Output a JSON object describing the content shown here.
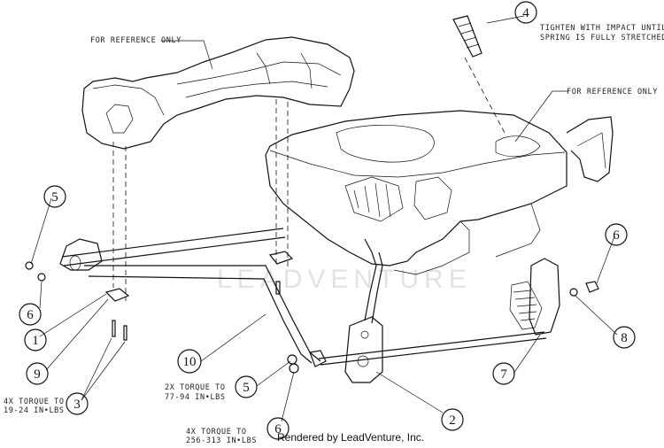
{
  "notes": {
    "reference_top": "FOR REFERENCE ONLY",
    "reference_right": "FOR REFERENCE ONLY",
    "tighten_line1": "TIGHTEN WITH IMPACT UNTIL",
    "tighten_line2": "SPRING IS FULLY STRETCHED",
    "torque_4x_a_line1": "4X TORQUE TO",
    "torque_4x_a_line2": "19-24 IN•LBS",
    "torque_2x_line1": "2X TORQUE TO",
    "torque_2x_line2": "77-94 IN•LBS",
    "torque_4x_b_line1": "4X TORQUE TO",
    "torque_4x_b_line2": "256-313 IN•LBS"
  },
  "callouts": {
    "c4": "4",
    "c5_top": "5",
    "c6_left": "6",
    "c1": "1",
    "c9": "9",
    "c3": "3",
    "c10": "10",
    "c5_mid": "5",
    "c6_bottom": "6",
    "c2": "2",
    "c7": "7",
    "c6_right": "6",
    "c8": "8"
  },
  "watermark": "LEADVENTURE",
  "footer": "Rendered by LeadVenture, Inc."
}
